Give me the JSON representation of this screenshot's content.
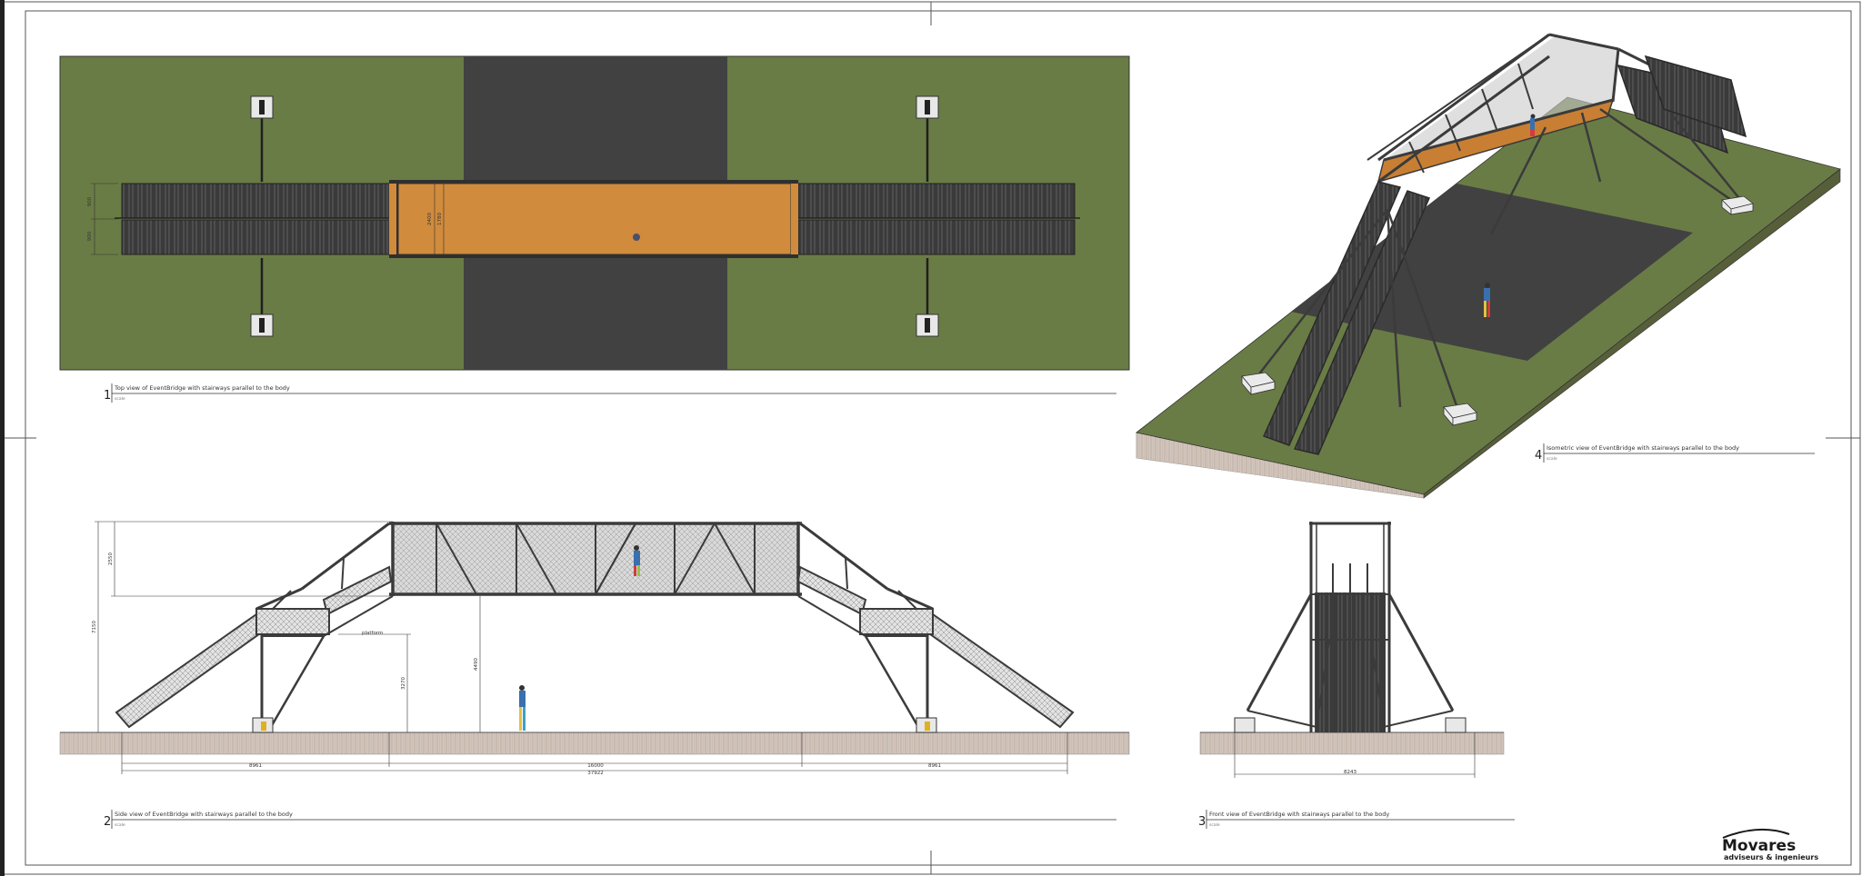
{
  "views": [
    {
      "number": "1",
      "caption": "Top view of EventBridge with stairways parallel to the body",
      "scale": "scale"
    },
    {
      "number": "2",
      "caption": "Side view of EventBridge with stairways parallel to the body",
      "scale": "scale"
    },
    {
      "number": "3",
      "caption": "Front view of EventBridge with stairways parallel to the body",
      "scale": "scale"
    },
    {
      "number": "4",
      "caption": "Isometric view of EventBridge with stairways parallel to the body",
      "scale": "scale"
    }
  ],
  "dimensions": {
    "top": {
      "stair_width_a": "900",
      "stair_width_b": "900",
      "deck_width_a": "2400",
      "deck_width_b": "1780"
    },
    "side": {
      "truss_height": "2550",
      "total_height": "7150",
      "platform_label": "platform",
      "platform_height": "3270",
      "clearance_height": "4490",
      "left_span": "8961",
      "middle_span": "16000",
      "right_span": "8961",
      "total_span": "37922"
    },
    "front": {
      "base_width": "8243"
    }
  },
  "logo": {
    "name": "Movares",
    "tagline": "adviseurs & ingenieurs"
  },
  "colors": {
    "grass": "#6a7c45",
    "asphalt": "#414141",
    "deck": "#d08b3c",
    "steel": "#3b3b3b",
    "ground_band": "#d3c6bd"
  }
}
